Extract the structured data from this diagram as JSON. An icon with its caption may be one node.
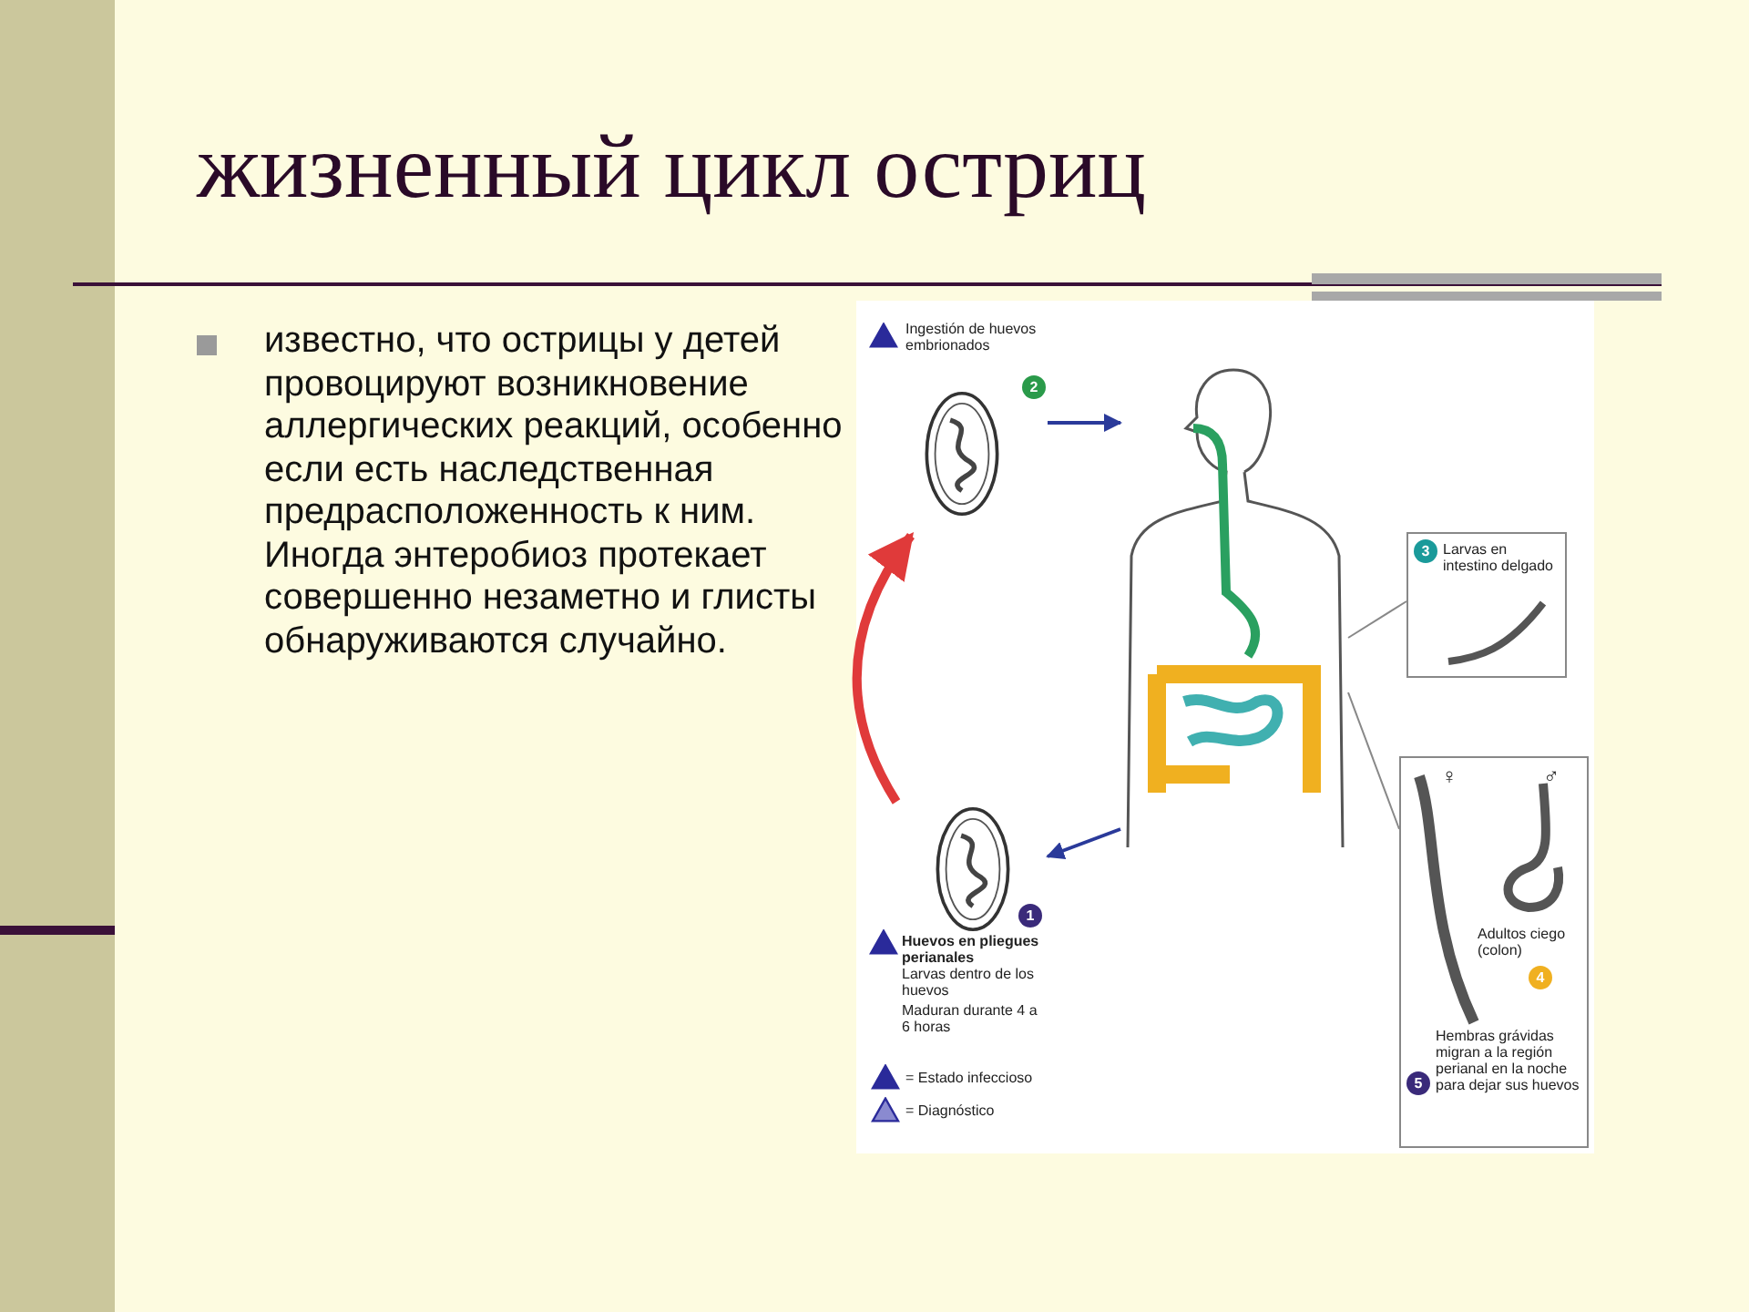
{
  "diagram": {
    "title": "жизненный цикл остриц",
    "nodes": [
      {
        "text": [
          "Ingestión de huevos embrionados",
          "2"
        ]
      },
      {
        "text": [],
        "shape": "picture"
      },
      {
        "text": [
          "3",
          "Larvas en intestino delgado"
        ]
      },
      {
        "text": [
          "♀",
          "♂",
          "Adultos ciego (colon)",
          "4",
          "5",
          "Hembras grávidas migran a la región perianal en la noche para dejar sus huevos"
        ]
      },
      {
        "text": [
          "1",
          "Huevos en pliegues perianales",
          "Larvas dentro de los huevos",
          "Maduran durante 4 a 6 horas"
        ]
      }
    ],
    "edges": [
      {
        "from": 0,
        "to": 1,
        "arrow": "to"
      },
      {
        "from": 1,
        "to": 4,
        "arrow": "to"
      },
      {
        "from": 4,
        "to": 0,
        "arrow": "to",
        "style": "thick",
        "color": "#e03a3a"
      },
      {
        "from": 1,
        "to": 2,
        "arrow": "none",
        "color": "#888888"
      },
      {
        "from": 1,
        "to": 3,
        "arrow": "none",
        "color": "#888888"
      }
    ],
    "labels": [
      "известно, что острицы у детей провоцируют возникновение аллергических реакций, особенно если есть наследственная предрасположенность к ним. Иногда энтеробиоз протекает совершенно незаметно и глисты обнаруживаются случайно."
    ],
    "legend": [
      {
        "text": "= Estado infeccioso"
      },
      {
        "text": "= Diagnóstico"
      }
    ]
  }
}
